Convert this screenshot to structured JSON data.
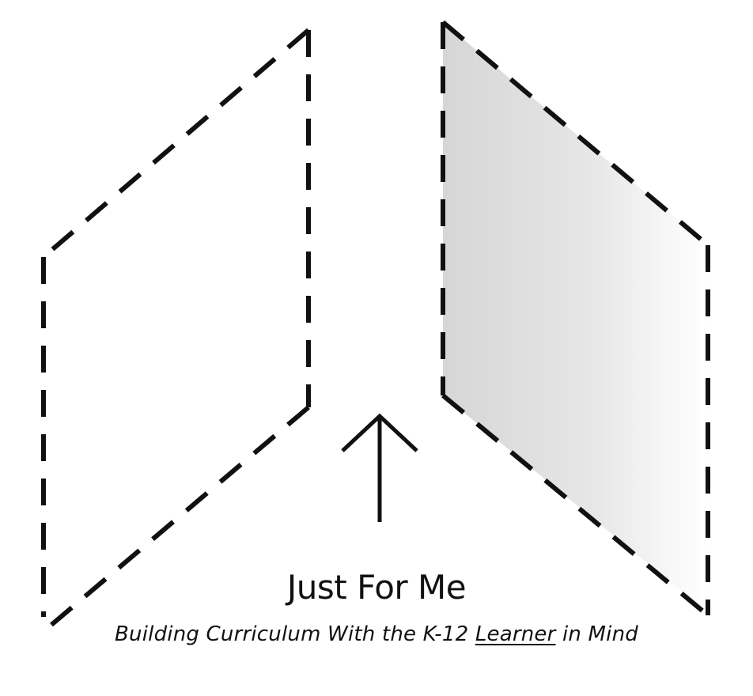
{
  "title": "Just For Me",
  "subtitle": {
    "before": "Building Curriculum With the K-12 ",
    "emphasis": "Learner",
    "after": " in Mind"
  },
  "colors": {
    "ink": "#111111",
    "panel_fill_start": "#d4d4d4",
    "panel_fill_end": "#ffffff"
  },
  "icons": {
    "arrow": "arrow-up-icon"
  }
}
